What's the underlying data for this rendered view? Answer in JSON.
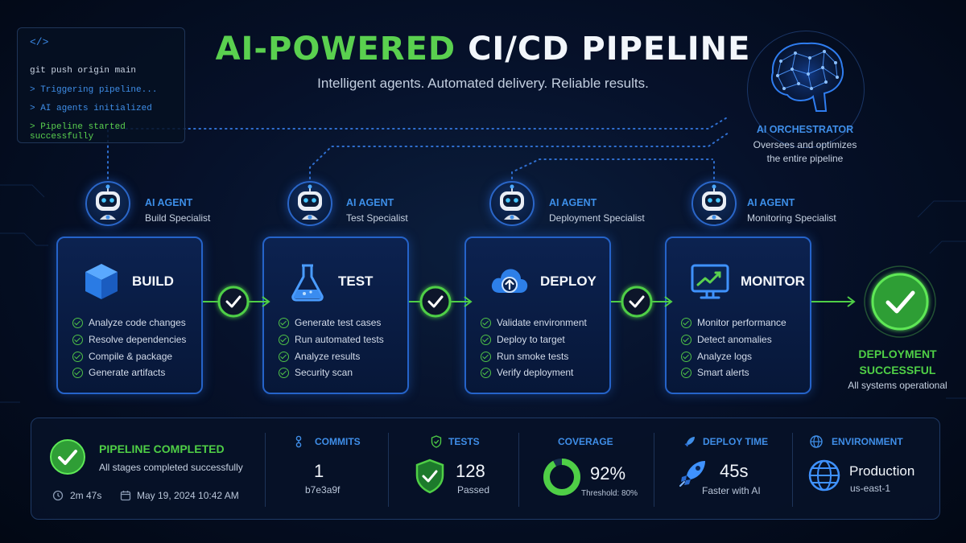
{
  "title": {
    "part1": "AI-POWERED",
    "part2": "CI/CD PIPELINE"
  },
  "subtitle": "Intelligent agents. Automated delivery. Reliable results.",
  "terminal": {
    "icon_text": "</>",
    "lines": [
      "git push origin main",
      "> Triggering pipeline...",
      "> AI agents initialized",
      "> Pipeline started successfully"
    ]
  },
  "orchestrator": {
    "title": "AI ORCHESTRATOR",
    "desc1": "Oversees and optimizes",
    "desc2": "the entire pipeline"
  },
  "agents": [
    {
      "title": "AI AGENT",
      "role": "Build Specialist"
    },
    {
      "title": "AI AGENT",
      "role": "Test Specialist"
    },
    {
      "title": "AI AGENT",
      "role": "Deployment Specialist"
    },
    {
      "title": "AI AGENT",
      "role": "Monitoring Specialist"
    }
  ],
  "stages": [
    {
      "name": "BUILD",
      "icon": "cube-icon",
      "items": [
        "Analyze code changes",
        "Resolve dependencies",
        "Compile & package",
        "Generate artifacts"
      ]
    },
    {
      "name": "TEST",
      "icon": "flask-icon",
      "items": [
        "Generate test cases",
        "Run automated tests",
        "Analyze results",
        "Security scan"
      ]
    },
    {
      "name": "DEPLOY",
      "icon": "cloud-upload-icon",
      "items": [
        "Validate environment",
        "Deploy to target",
        "Run smoke tests",
        "Verify deployment"
      ]
    },
    {
      "name": "MONITOR",
      "icon": "monitor-chart-icon",
      "items": [
        "Monitor performance",
        "Detect anomalies",
        "Analyze logs",
        "Smart alerts"
      ]
    }
  ],
  "success": {
    "line1": "DEPLOYMENT",
    "line2": "SUCCESSFUL",
    "sub": "All systems operational"
  },
  "summary": {
    "title": "PIPELINE COMPLETED",
    "sub": "All stages completed successfully",
    "duration": "2m 47s",
    "date": "May 19, 2024 10:42 AM"
  },
  "metrics": {
    "commits": {
      "label": "COMMITS",
      "value": "1",
      "sub": "b7e3a9f"
    },
    "tests": {
      "label": "TESTS",
      "value": "128",
      "sub": "Passed"
    },
    "coverage": {
      "label": "COVERAGE",
      "value": "92%",
      "sub": "Threshold: 80%",
      "fraction": 0.92
    },
    "deploy_time": {
      "label": "DEPLOY TIME",
      "value": "45s",
      "sub": "Faster with AI"
    },
    "environment": {
      "label": "ENVIRONMENT",
      "value": "Production",
      "sub": "us-east-1"
    }
  },
  "colors": {
    "accent_green": "#4fcf46",
    "accent_blue": "#3f8ee8",
    "card_border": "#2563c9"
  }
}
